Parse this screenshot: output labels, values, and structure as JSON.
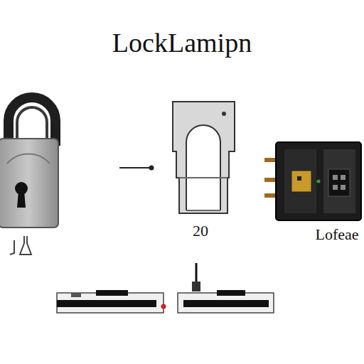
{
  "diagram": {
    "title": "LockLamipn",
    "labels": [
      "20",
      "Lofeae"
    ]
  }
}
